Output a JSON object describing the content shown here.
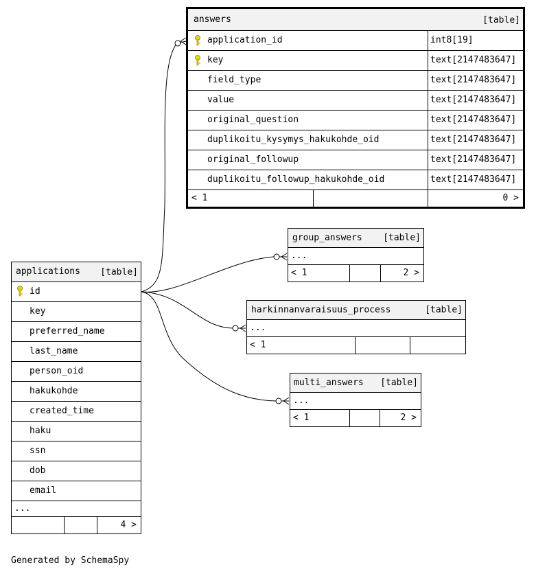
{
  "generated_by": "Generated by SchemaSpy",
  "tables": {
    "answers": {
      "name": "answers",
      "kind": "[table]",
      "columns": [
        {
          "name": "application_id",
          "type": "int8[19]",
          "pk": true
        },
        {
          "name": "key",
          "type": "text[2147483647]",
          "pk": true
        },
        {
          "name": "field_type",
          "type": "text[2147483647]",
          "pk": false
        },
        {
          "name": "value",
          "type": "text[2147483647]",
          "pk": false
        },
        {
          "name": "original_question",
          "type": "text[2147483647]",
          "pk": false
        },
        {
          "name": "duplikoitu_kysymys_hakukohde_oid",
          "type": "text[2147483647]",
          "pk": false
        },
        {
          "name": "original_followup",
          "type": "text[2147483647]",
          "pk": false
        },
        {
          "name": "duplikoitu_followup_hakukohde_oid",
          "type": "text[2147483647]",
          "pk": false
        }
      ],
      "footer_left": "< 1",
      "footer_right": "0 >"
    },
    "group_answers": {
      "name": "group_answers",
      "kind": "[table]",
      "ellipsis": "...",
      "footer_left": "< 1",
      "footer_right": "2 >"
    },
    "harkinnanvaraisuus_process": {
      "name": "harkinnanvaraisuus_process",
      "kind": "[table]",
      "ellipsis": "...",
      "footer_left": "< 1",
      "footer_right": ""
    },
    "multi_answers": {
      "name": "multi_answers",
      "kind": "[table]",
      "ellipsis": "...",
      "footer_left": "< 1",
      "footer_right": "2 >"
    },
    "applications": {
      "name": "applications",
      "kind": "[table]",
      "columns": [
        {
          "name": "id",
          "pk": true
        },
        {
          "name": "key",
          "pk": false
        },
        {
          "name": "preferred_name",
          "pk": false
        },
        {
          "name": "last_name",
          "pk": false
        },
        {
          "name": "person_oid",
          "pk": false
        },
        {
          "name": "hakukohde",
          "pk": false
        },
        {
          "name": "created_time",
          "pk": false
        },
        {
          "name": "haku",
          "pk": false
        },
        {
          "name": "ssn",
          "pk": false
        },
        {
          "name": "dob",
          "pk": false
        },
        {
          "name": "email",
          "pk": false
        }
      ],
      "ellipsis": "...",
      "footer_left": "",
      "footer_right": "4 >"
    }
  },
  "relationships": [
    {
      "from": "applications.id",
      "to": "answers.application_id"
    },
    {
      "from": "applications.id",
      "to": "group_answers"
    },
    {
      "from": "applications.id",
      "to": "harkinnanvaraisuus_process"
    },
    {
      "from": "applications.id",
      "to": "multi_answers"
    }
  ],
  "icons": {
    "primary_key": "key-icon",
    "key_color": "#e8d21c"
  }
}
